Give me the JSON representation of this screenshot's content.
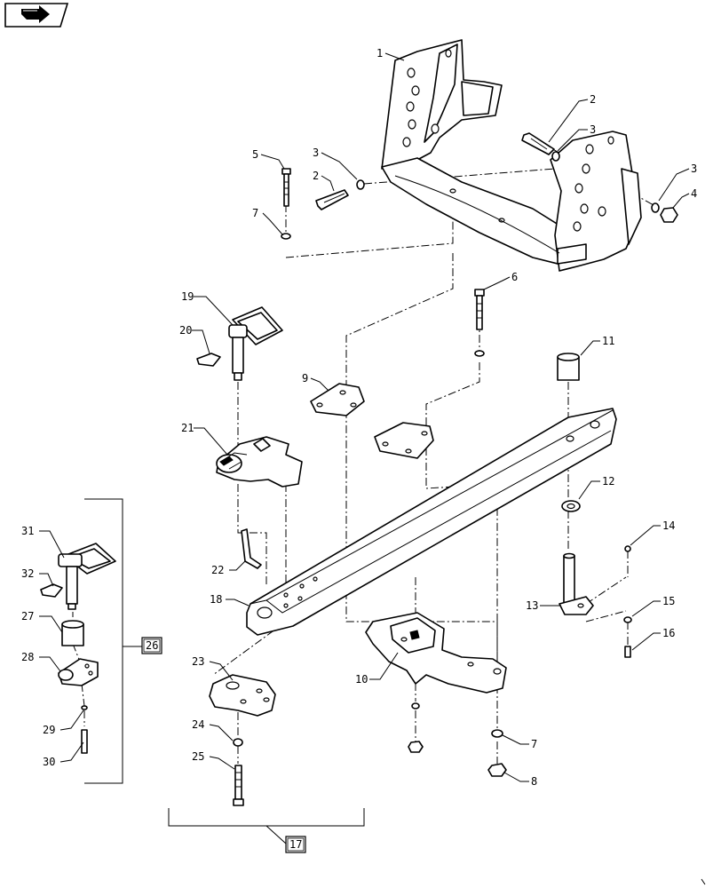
{
  "nav": {
    "icon": "next-page-arrow-icon"
  },
  "callouts": [
    {
      "id": "c1",
      "text": "1"
    },
    {
      "id": "c2a",
      "text": "2"
    },
    {
      "id": "c3a",
      "text": "3"
    },
    {
      "id": "c3b",
      "text": "3"
    },
    {
      "id": "c2b",
      "text": "2"
    },
    {
      "id": "c3c",
      "text": "3"
    },
    {
      "id": "c4",
      "text": "4"
    },
    {
      "id": "c5",
      "text": "5"
    },
    {
      "id": "c7a",
      "text": "7"
    },
    {
      "id": "c6",
      "text": "6"
    },
    {
      "id": "c19",
      "text": "19"
    },
    {
      "id": "c20",
      "text": "20"
    },
    {
      "id": "c9",
      "text": "9"
    },
    {
      "id": "c11",
      "text": "11"
    },
    {
      "id": "c21",
      "text": "21"
    },
    {
      "id": "c12",
      "text": "12"
    },
    {
      "id": "c14",
      "text": "14"
    },
    {
      "id": "c31",
      "text": "31"
    },
    {
      "id": "c32",
      "text": "32"
    },
    {
      "id": "c22",
      "text": "22"
    },
    {
      "id": "c18",
      "text": "18"
    },
    {
      "id": "c13",
      "text": "13"
    },
    {
      "id": "c15",
      "text": "15"
    },
    {
      "id": "c27",
      "text": "27"
    },
    {
      "id": "c16",
      "text": "16"
    },
    {
      "id": "c28",
      "text": "28"
    },
    {
      "id": "c23",
      "text": "23"
    },
    {
      "id": "c10",
      "text": "10"
    },
    {
      "id": "c29",
      "text": "29"
    },
    {
      "id": "c24",
      "text": "24"
    },
    {
      "id": "c7b",
      "text": "7"
    },
    {
      "id": "c25",
      "text": "25"
    },
    {
      "id": "c30",
      "text": "30"
    },
    {
      "id": "c8",
      "text": "8"
    }
  ],
  "boxed_callouts": [
    {
      "id": "b26",
      "text": "26"
    },
    {
      "id": "b17",
      "text": "17"
    }
  ]
}
